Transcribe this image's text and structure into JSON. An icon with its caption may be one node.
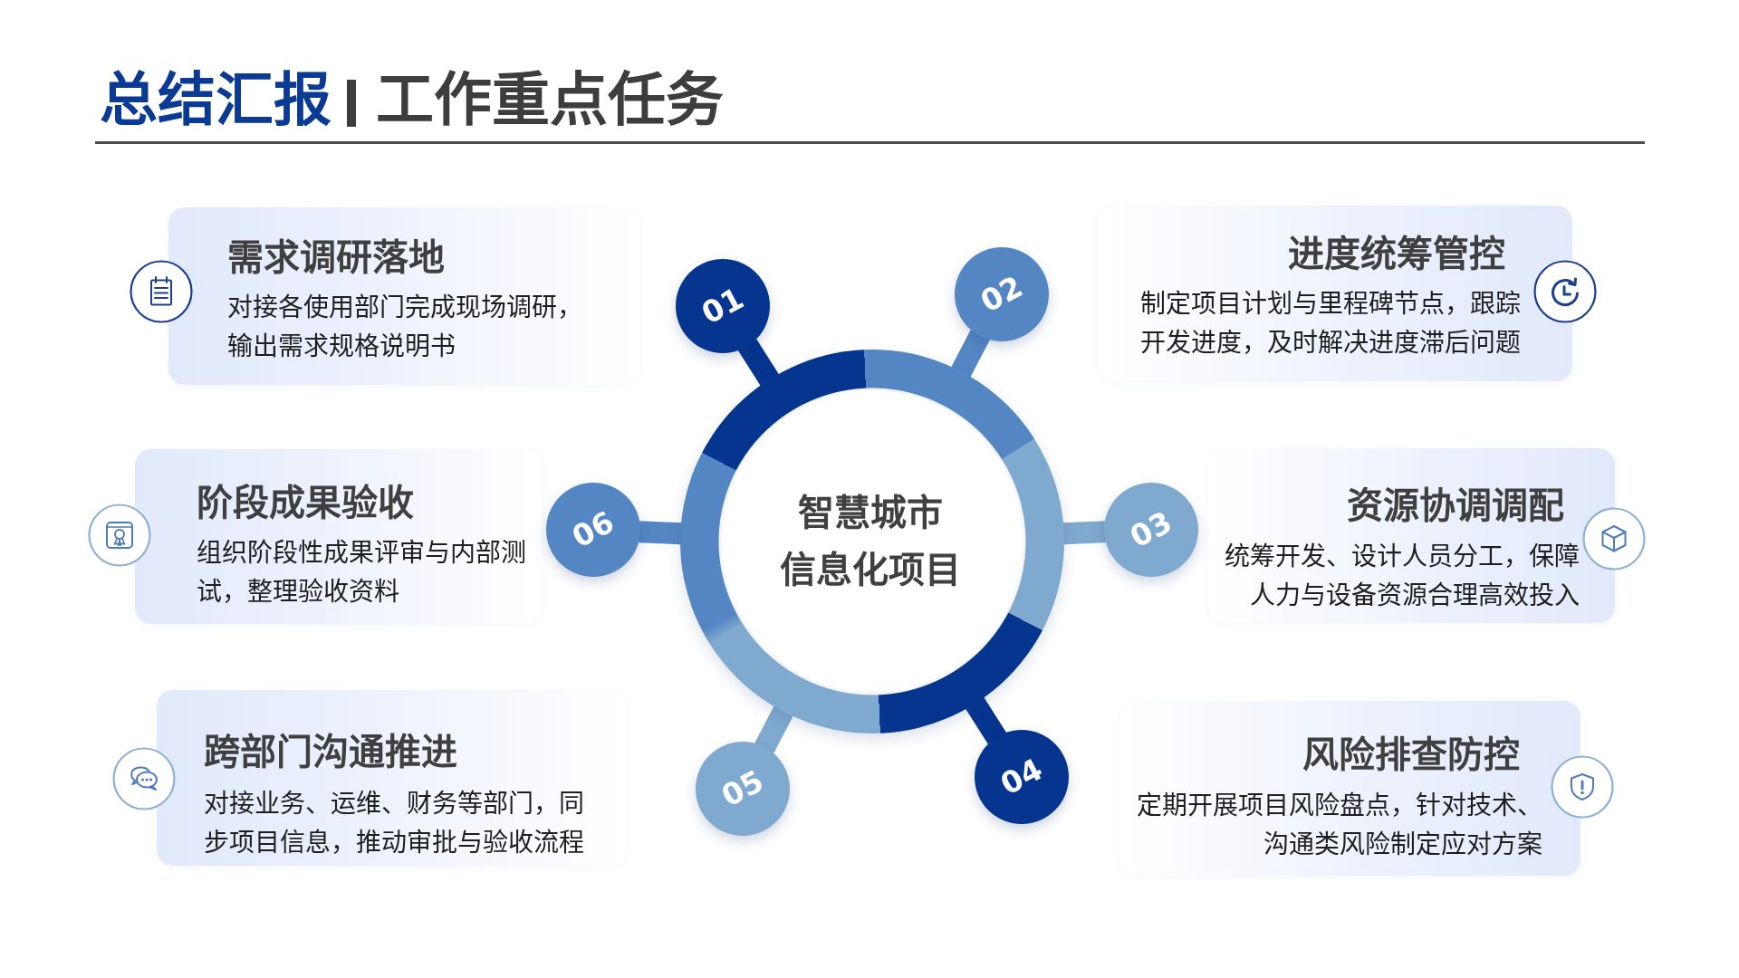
{
  "diagram": {
    "title": "总结汇报",
    "nodes": [
      {
        "text": [
          "智慧城市信息化项目"
        ]
      },
      {
        "text": [
          "01"
        ]
      },
      {
        "text": [
          "02"
        ]
      },
      {
        "text": [
          "03"
        ]
      },
      {
        "text": [
          "04"
        ]
      },
      {
        "text": [
          "05"
        ]
      },
      {
        "text": [
          "06"
        ]
      },
      {
        "text": [
          "需求调研落地",
          "对接各使用部门完成现场调研，输出需求规格说明书"
        ]
      },
      {
        "text": [
          "进度统筹管控",
          "制定项目计划与里程碑节点，跟踪开发进度，及时解决进度滞后问题"
        ]
      },
      {
        "text": [
          "资源协调调配",
          "统筹开发、设计人员分工，保障人力与设备资源合理高效投入"
        ]
      },
      {
        "text": [
          "风险排查防控",
          "定期开展项目风险盘点，针对技术、沟通类风险制定应对方案"
        ]
      },
      {
        "text": [
          "跨部门沟通推进",
          "对接业务、运维、财务等部门，同步项目信息，推动审批与验收流程"
        ]
      },
      {
        "text": [
          "阶段成果验收",
          "组织阶段性成果评审与内部测试，整理验收资料"
        ]
      }
    ],
    "edges": [
      {
        "from": 0,
        "to": 1,
        "arrow": "none",
        "color": "#05358f"
      },
      {
        "from": 0,
        "to": 2,
        "arrow": "none",
        "color": "#5586c4"
      },
      {
        "from": 0,
        "to": 3,
        "arrow": "none",
        "color": "#80a9cf"
      },
      {
        "from": 0,
        "to": 4,
        "arrow": "none",
        "color": "#05358f"
      },
      {
        "from": 0,
        "to": 5,
        "arrow": "none",
        "color": "#80a9cf"
      },
      {
        "from": 0,
        "to": 6,
        "arrow": "none",
        "color": "#5586c4"
      }
    ],
    "labels": [
      "工作重点任务"
    ]
  }
}
